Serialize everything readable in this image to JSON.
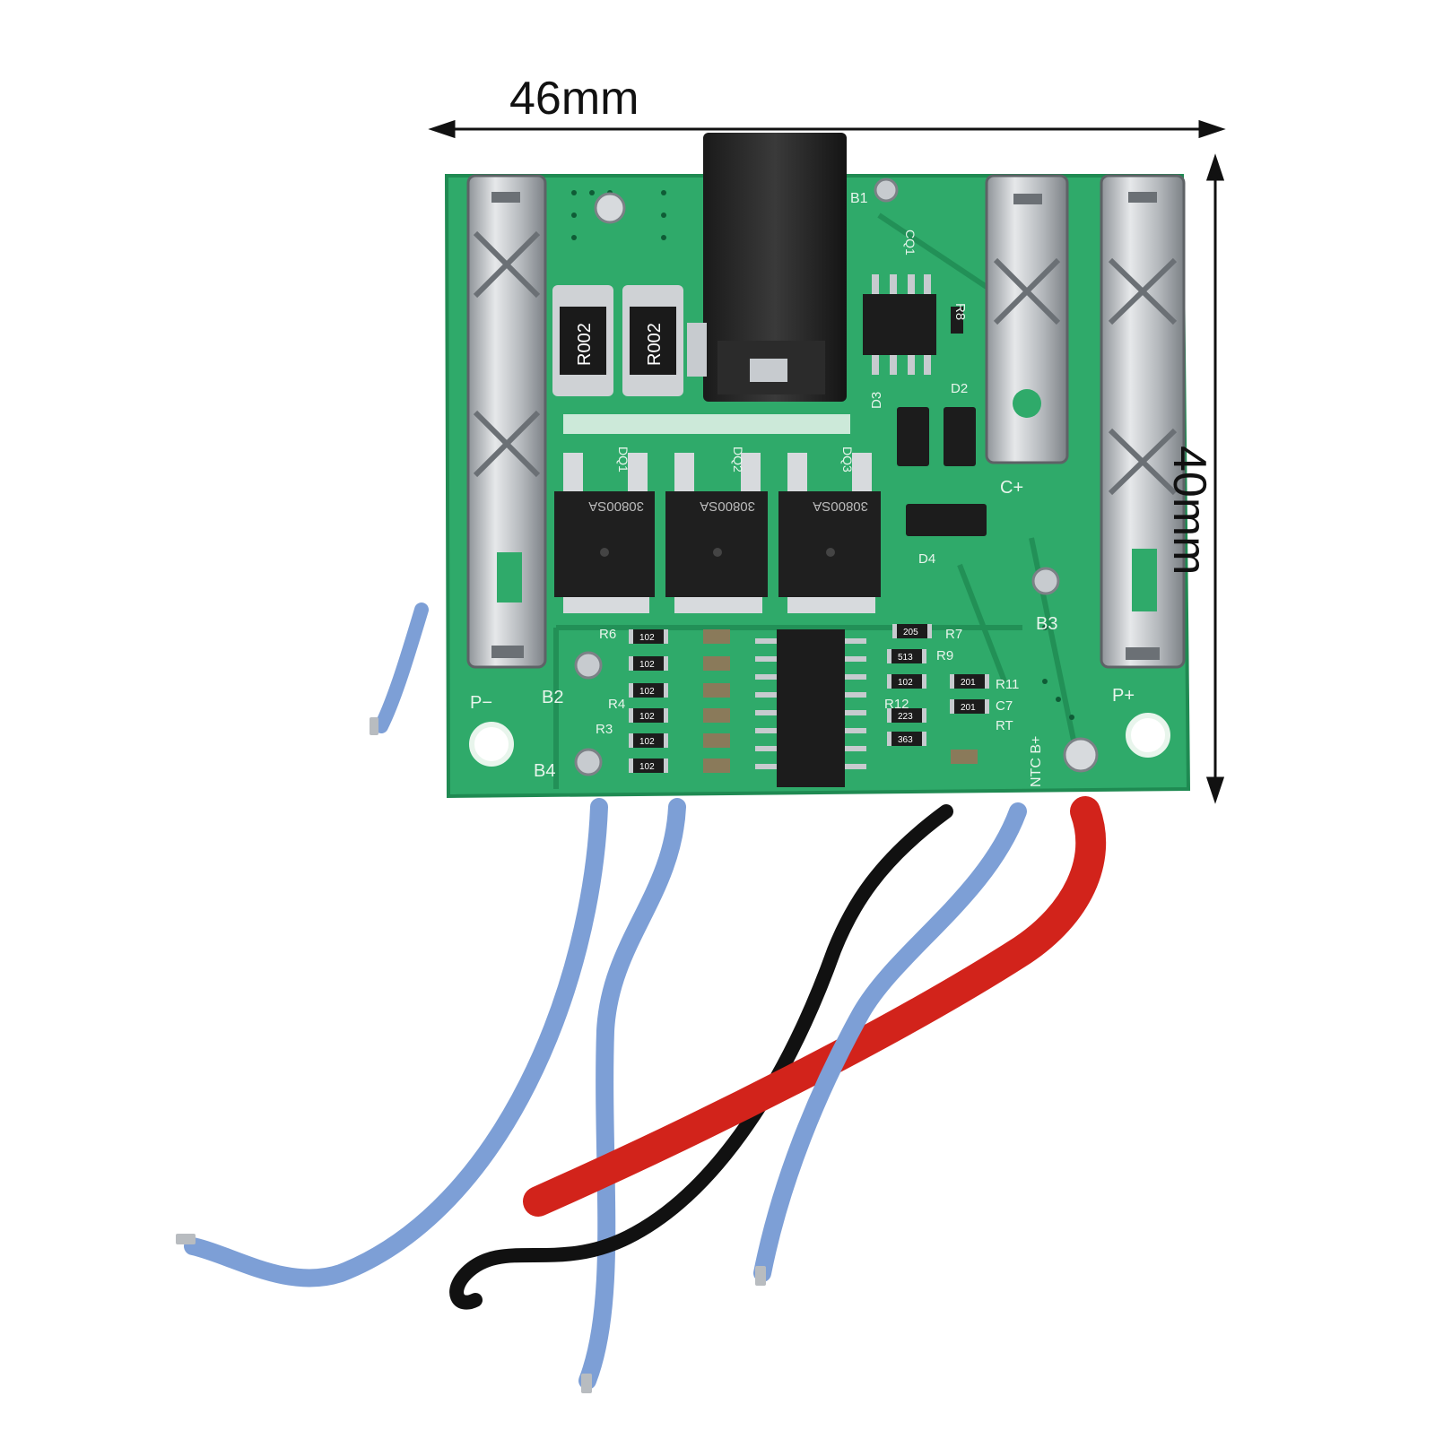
{
  "dimensions": {
    "width": "46mm",
    "height": "40mm"
  },
  "silkscreen": {
    "p_minus": "P−",
    "p_plus": "P+",
    "c_plus": "C+",
    "b1": "B1",
    "b2": "B2",
    "b3": "B3",
    "b4": "B4",
    "q1": "CQ1",
    "q_d1": "DQ1",
    "q_d2": "DQ2",
    "q_d3": "DQ3",
    "d2": "D2",
    "d3": "D3",
    "d4": "D4",
    "r3": "R3",
    "r4": "R4",
    "r6": "R6",
    "r7": "R7",
    "r8": "R8",
    "r9": "R9",
    "r11": "R11",
    "r12": "R12",
    "c7": "C7",
    "rt": "RT",
    "ntc": "NTC B+"
  },
  "shunt_resistors": [
    "R002",
    "R002"
  ],
  "mosfet_marking": [
    "30800SA",
    "30800SA",
    "30800SA"
  ],
  "small_resistor_codes": [
    "102",
    "102",
    "102",
    "102",
    "102",
    "102",
    "205",
    "513",
    "102",
    "201",
    "223",
    "363",
    "201"
  ],
  "colors": {
    "pcb": "#2faa6a",
    "pcb_dark": "#1f8a52",
    "silk": "#e8f5ec",
    "wire_blue": "#7d9fd6",
    "wire_red": "#d2231b",
    "wire_black": "#111111",
    "metal": "#c7cbcf",
    "arrow": "#111111"
  }
}
